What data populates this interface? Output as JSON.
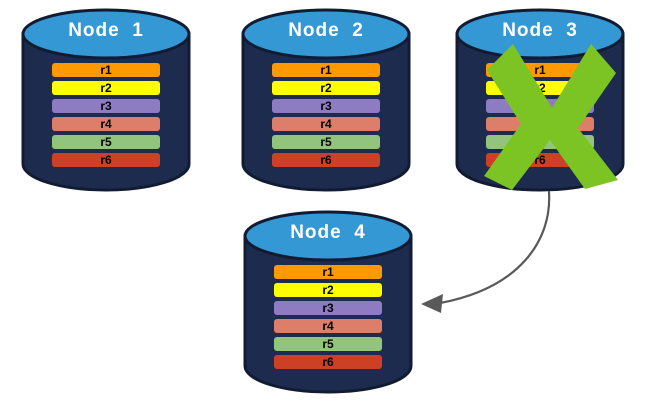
{
  "diagram": {
    "title_text_color": "#ffffff",
    "cylinder_top_color": "#3498d4",
    "cylinder_body_color": "#1d2b4f",
    "cylinder_outline_color": "#101a30",
    "failure_mark_color": "#7cc423",
    "arrow_color": "#595959",
    "background": "#ffffff"
  },
  "rows_legend": [
    {
      "id": "r1",
      "label": "r1",
      "color": "#ff9900"
    },
    {
      "id": "r2",
      "label": "r2",
      "color": "#ffff00"
    },
    {
      "id": "r3",
      "label": "r3",
      "color": "#8e7cc3"
    },
    {
      "id": "r4",
      "label": "r4",
      "color": "#dd7e6b"
    },
    {
      "id": "r5",
      "label": "r5",
      "color": "#93c47d"
    },
    {
      "id": "r6",
      "label": "r6",
      "color": "#cc4125"
    }
  ],
  "nodes": [
    {
      "key": "node1",
      "title": "Node  1",
      "failed": false,
      "rows": [
        {
          "label": "r1",
          "color": "#ff9900"
        },
        {
          "label": "r2",
          "color": "#ffff00"
        },
        {
          "label": "r3",
          "color": "#8e7cc3"
        },
        {
          "label": "r4",
          "color": "#dd7e6b"
        },
        {
          "label": "r5",
          "color": "#93c47d"
        },
        {
          "label": "r6",
          "color": "#cc4125"
        }
      ]
    },
    {
      "key": "node2",
      "title": "Node  2",
      "failed": false,
      "rows": [
        {
          "label": "r1",
          "color": "#ff9900"
        },
        {
          "label": "r2",
          "color": "#ffff00"
        },
        {
          "label": "r3",
          "color": "#8e7cc3"
        },
        {
          "label": "r4",
          "color": "#dd7e6b"
        },
        {
          "label": "r5",
          "color": "#93c47d"
        },
        {
          "label": "r6",
          "color": "#cc4125"
        }
      ]
    },
    {
      "key": "node3",
      "title": "Node  3",
      "failed": true,
      "rows": [
        {
          "label": "r1",
          "color": "#ff9900"
        },
        {
          "label": "r2",
          "color": "#ffff00"
        },
        {
          "label": "r3",
          "color": "#8e7cc3"
        },
        {
          "label": "r4",
          "color": "#dd7e6b"
        },
        {
          "label": "r5",
          "color": "#93c47d"
        },
        {
          "label": "r6",
          "color": "#cc4125"
        }
      ]
    },
    {
      "key": "node4",
      "title": "Node  4",
      "failed": false,
      "rows": [
        {
          "label": "r1",
          "color": "#ff9900"
        },
        {
          "label": "r2",
          "color": "#ffff00"
        },
        {
          "label": "r3",
          "color": "#8e7cc3"
        },
        {
          "label": "r4",
          "color": "#dd7e6b"
        },
        {
          "label": "r5",
          "color": "#93c47d"
        },
        {
          "label": "r6",
          "color": "#cc4125"
        }
      ]
    }
  ]
}
